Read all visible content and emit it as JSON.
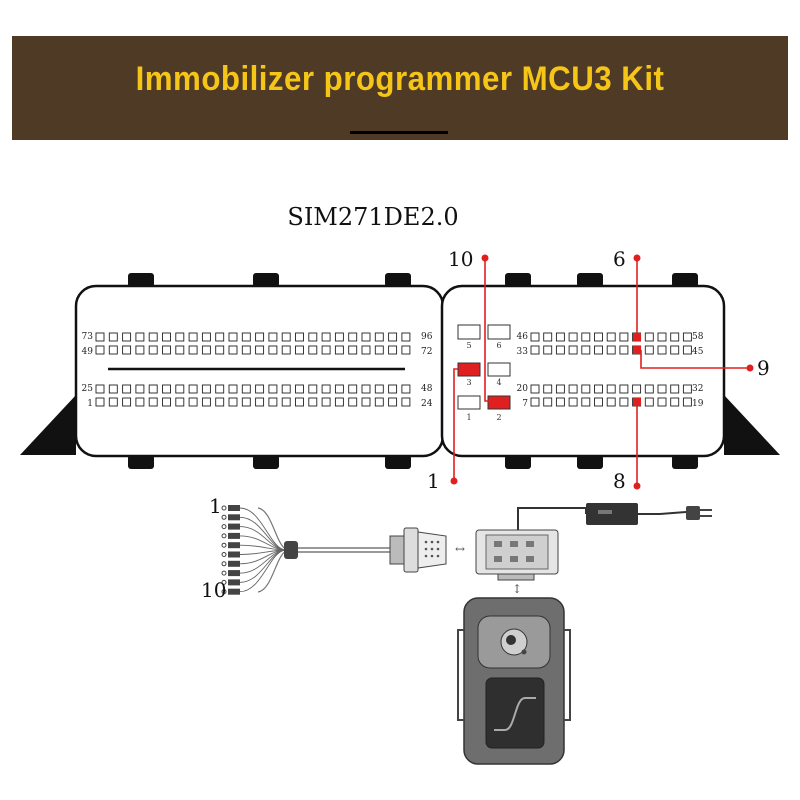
{
  "banner": {
    "title": "Immobilizer programmer MCU3 Kit"
  },
  "ecu": {
    "model": "SIM271DE2.0",
    "left_block": {
      "row1_start": "73",
      "row1_end": "96",
      "row2_start": "49",
      "row2_end": "72",
      "row3_start": "25",
      "row3_end": "48",
      "row4_start": "1",
      "row4_end": "24"
    },
    "right_block": {
      "row1_start": "46",
      "row1_end": "58",
      "row2_start": "33",
      "row2_end": "45",
      "row3_start": "20",
      "row3_end": "32",
      "row4_start": "7",
      "row4_end": "19"
    },
    "modules": [
      "5",
      "6",
      "3",
      "4",
      "1",
      "2"
    ],
    "callouts": [
      "10",
      "6",
      "9",
      "1",
      "8"
    ]
  },
  "cable": {
    "start_label": "1",
    "end_label": "10"
  },
  "colors": {
    "banner_bg": "#4f3a25",
    "banner_text": "#f5c518",
    "highlight": "#e02020",
    "device": "#6e6e6e"
  },
  "icons": [
    "connector-icon",
    "mcu3-adapter-icon",
    "power-adapter-icon",
    "plug-icon",
    "programmer-device-icon"
  ]
}
